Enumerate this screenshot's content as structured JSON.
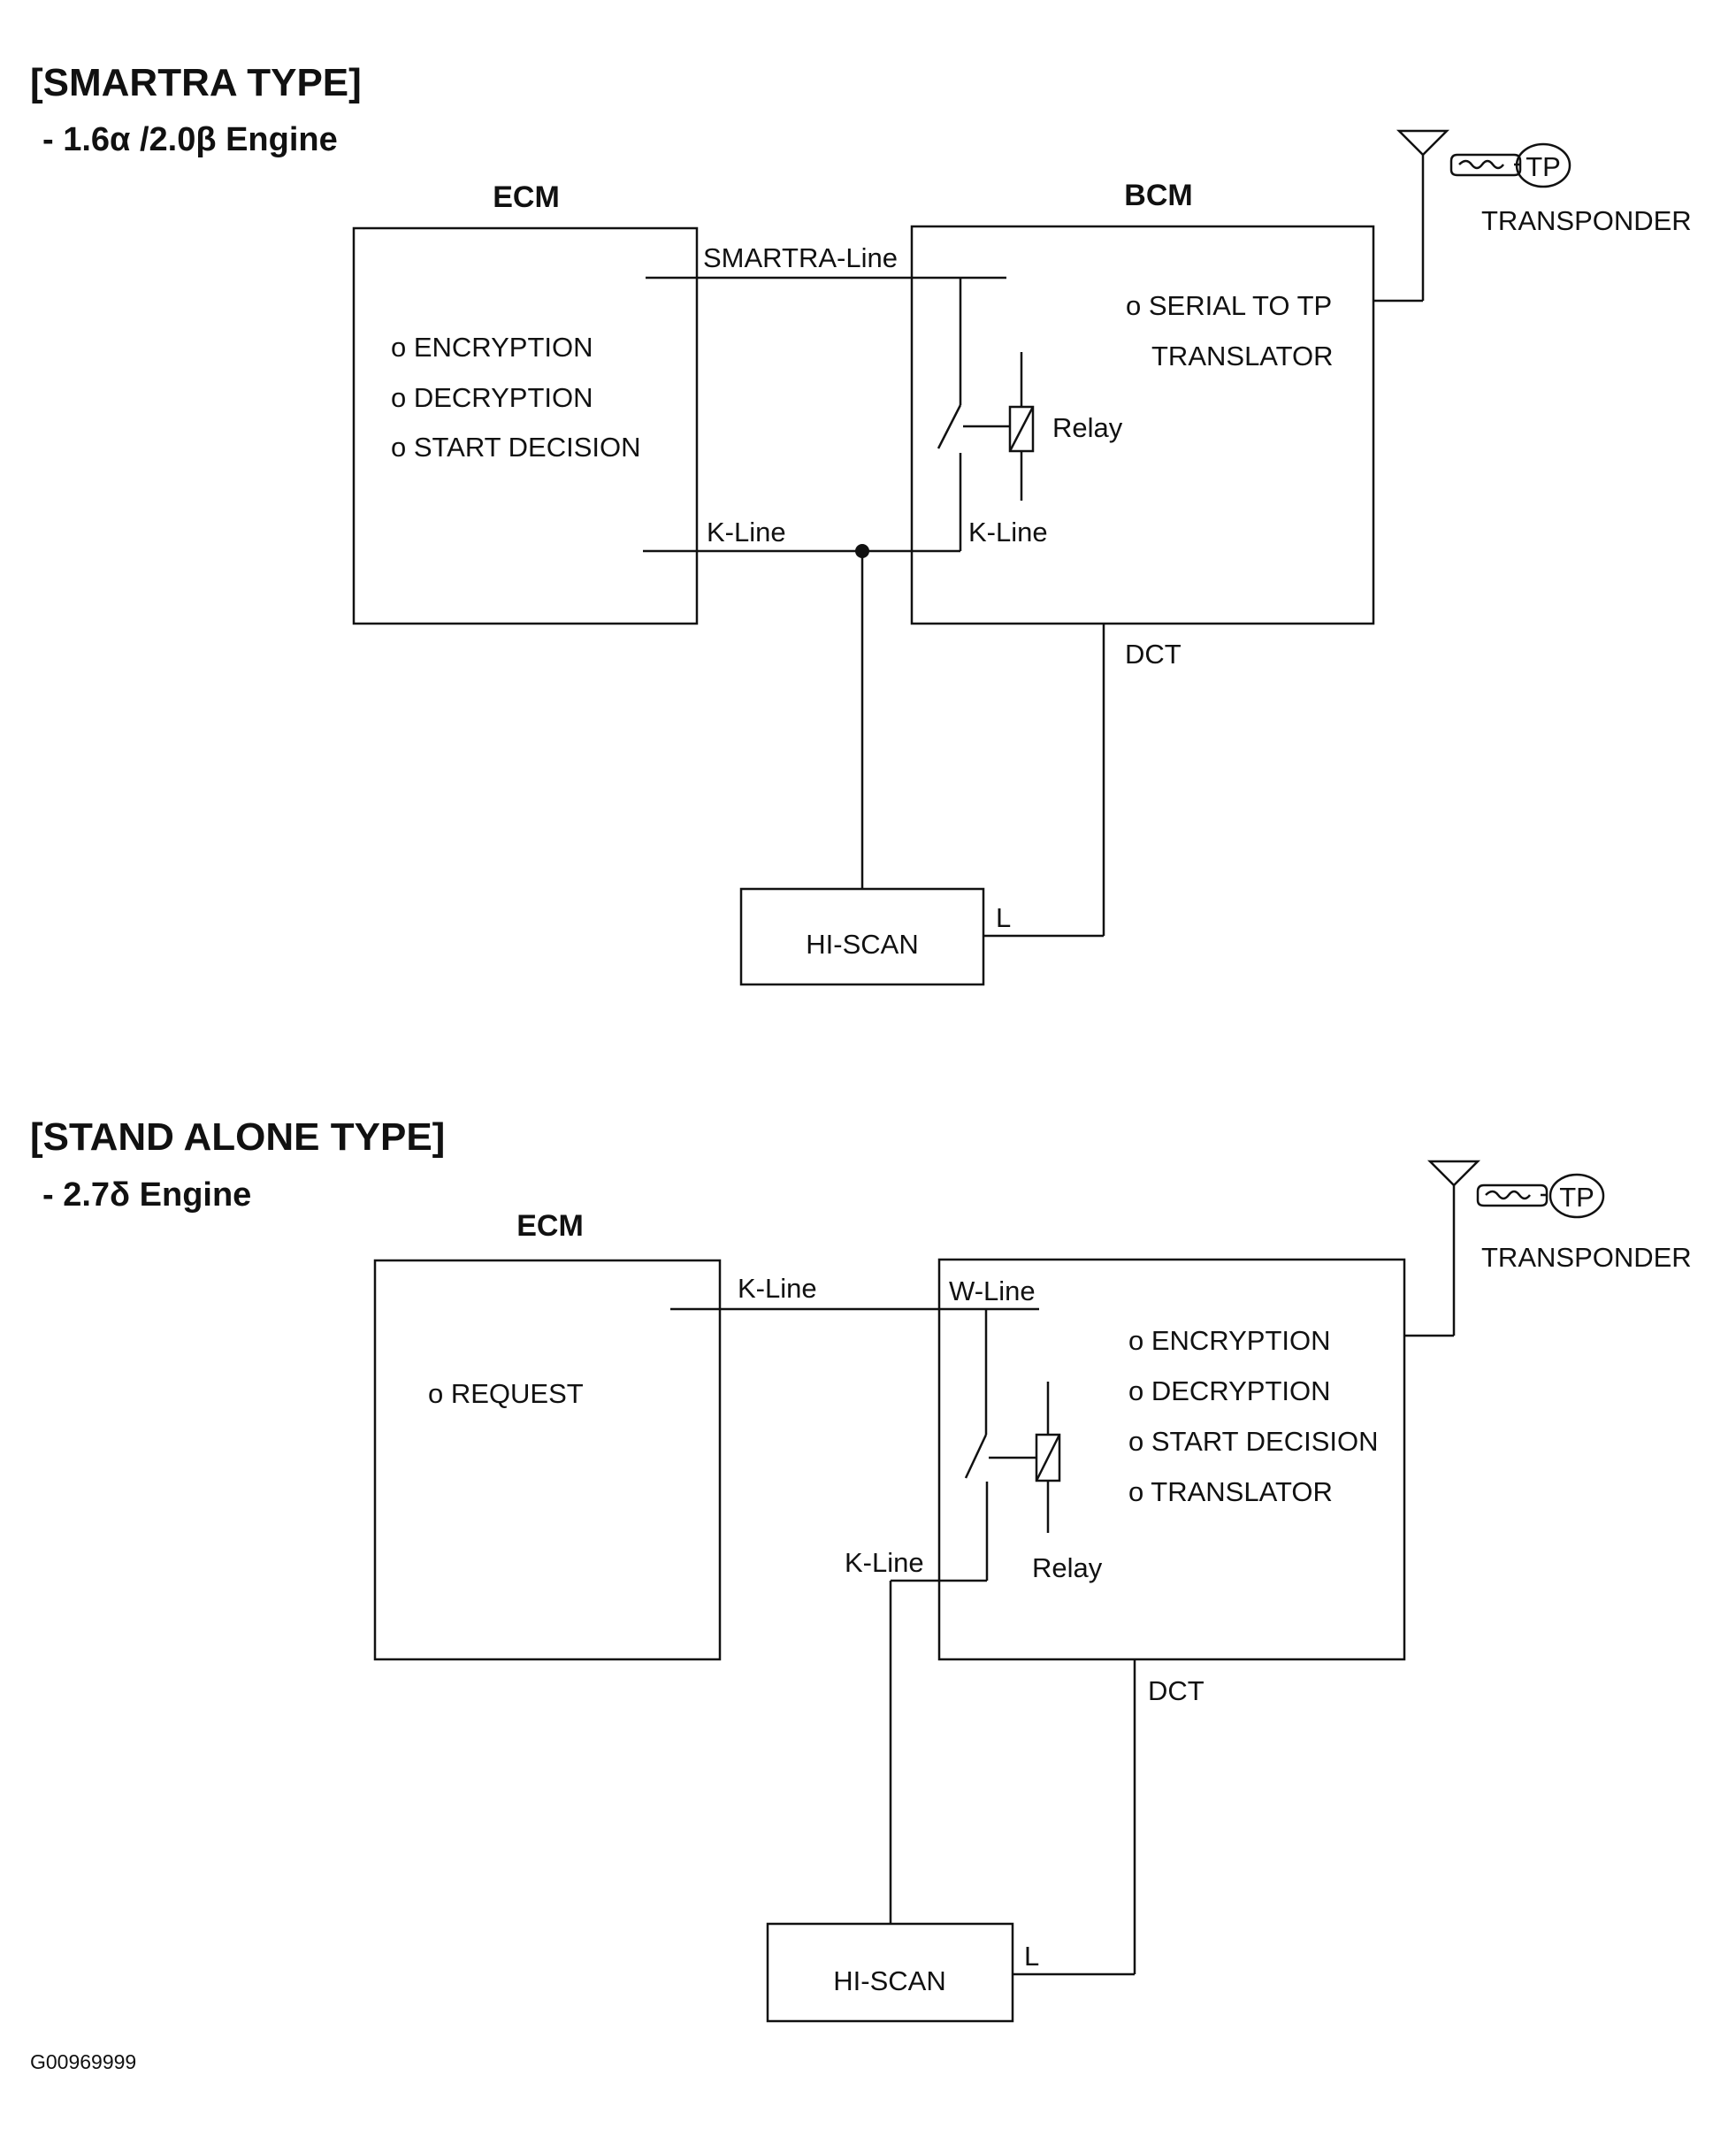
{
  "smartra": {
    "title": "[SMARTRA TYPE]",
    "engine": "- 1.6α /2.0β Engine",
    "ecm": {
      "label": "ECM",
      "functions": [
        "o ENCRYPTION",
        "o DECRYPTION",
        "o START DECISION"
      ]
    },
    "bcm": {
      "label": "BCM",
      "function_line1": "o SERIAL TO TP",
      "function_line2": "TRANSLATOR",
      "relay_label": "Relay"
    },
    "lines": {
      "smartra_line": "SMARTRA-Line",
      "k_line_ecm": "K-Line",
      "k_line_bcm": "K-Line",
      "dct": "DCT",
      "l": "L"
    },
    "hiscan": "HI-SCAN",
    "transponder": "TRANSPONDER",
    "tp": "TP"
  },
  "stand_alone": {
    "title": "[STAND ALONE TYPE]",
    "engine": "- 2.7δ Engine",
    "ecm": {
      "label": "ECM",
      "functions": [
        "o REQUEST"
      ]
    },
    "immo": {
      "functions": [
        "o ENCRYPTION",
        "o DECRYPTION",
        "o START DECISION",
        "o TRANSLATOR"
      ],
      "relay_label": "Relay"
    },
    "lines": {
      "k_line_ecm": "K-Line",
      "w_line": "W-Line",
      "k_line_scan": "K-Line",
      "dct": "DCT",
      "l": "L"
    },
    "hiscan": "HI-SCAN",
    "transponder": "TRANSPONDER",
    "tp": "TP"
  },
  "figure_id": "G00969999"
}
